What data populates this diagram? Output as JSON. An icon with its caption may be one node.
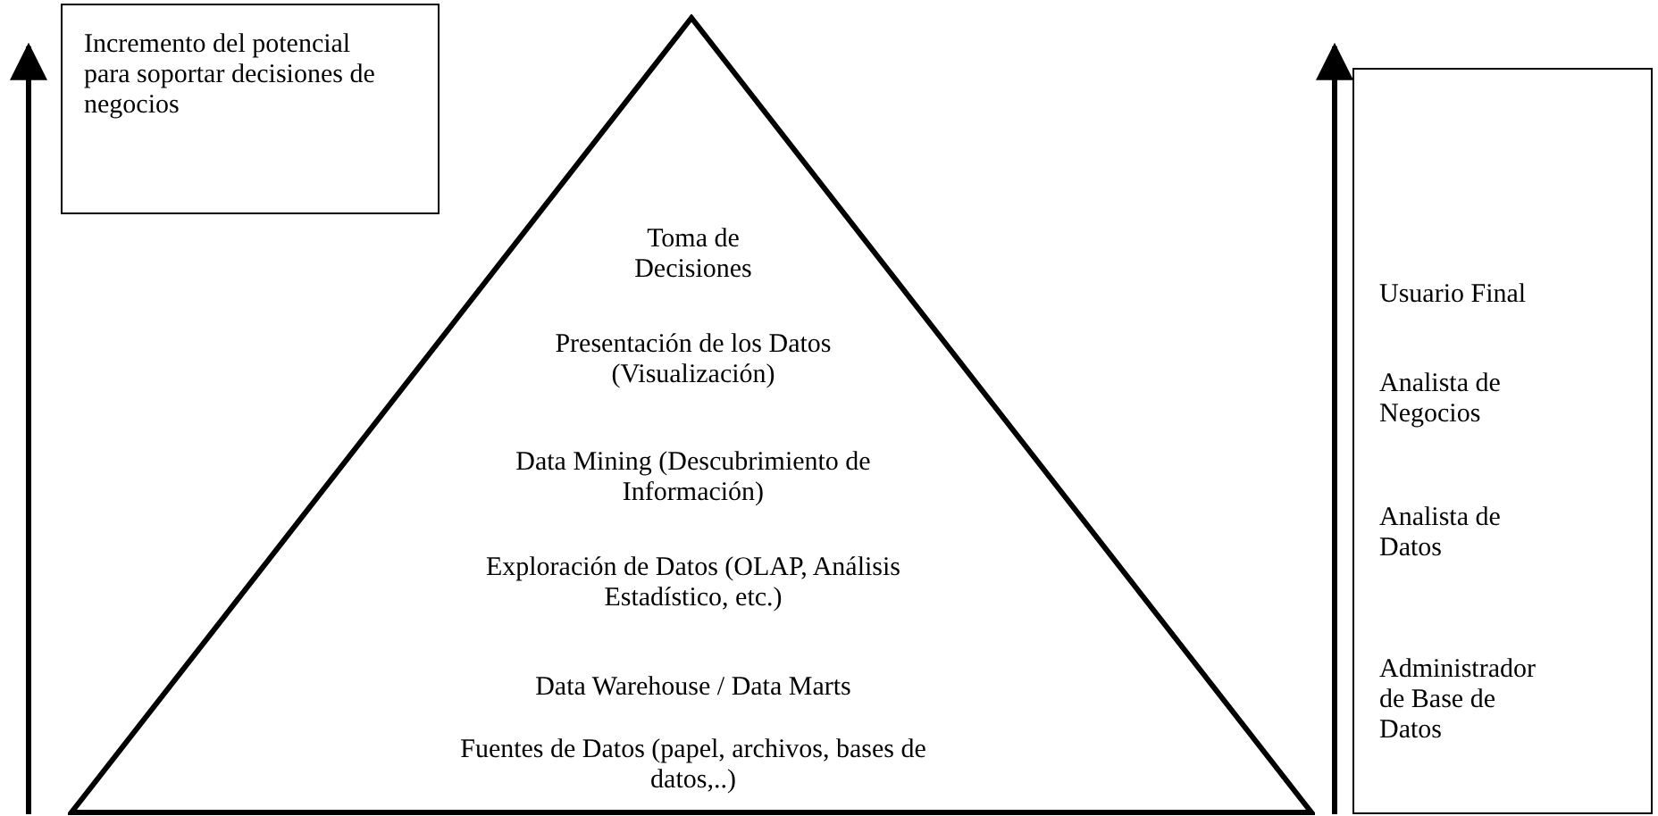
{
  "diagram": {
    "nodes": [
      {
        "text": [
          "Incremento del potencial para soportar decisiones de negocios"
        ]
      },
      {
        "text": [
          "Toma de Decisiones",
          "Presentación de los Datos (Visualización)",
          "Data Mining (Descubrimiento de Información)",
          "Exploración de Datos (OLAP, Análisis Estadístico, etc.)",
          "Data Warehouse / Data Marts",
          "Fuentes de Datos (papel, archivos, bases de datos,..)"
        ]
      },
      {
        "text": [
          "Usuario Final",
          "Analista de Negocios",
          "Analista de Datos",
          "Administrador de Base de Datos"
        ]
      }
    ],
    "edges": []
  }
}
